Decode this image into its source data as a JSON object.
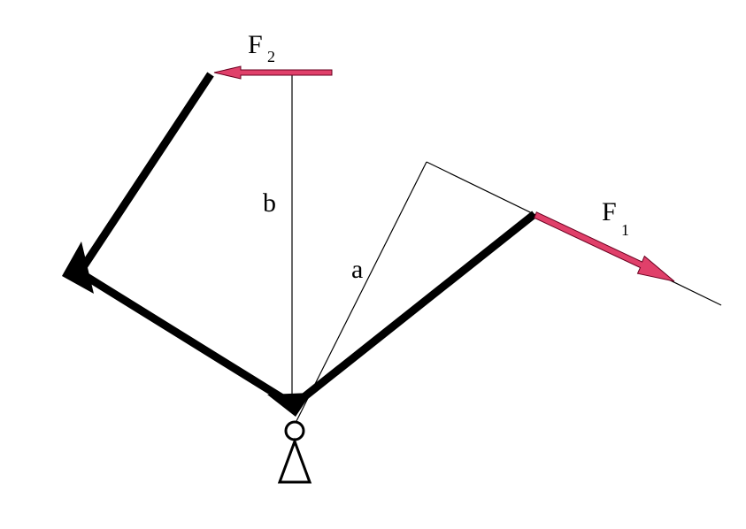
{
  "labels": {
    "f2_main": "F",
    "f2_sub": "2",
    "f1_main": "F",
    "f1_sub": "1",
    "arm_b": "b",
    "arm_a": "a"
  },
  "colors": {
    "force_arrow": "#e0406a",
    "force_outline": "#6a0020",
    "lever": "#000000",
    "guide_line": "#000000",
    "background": "#ffffff"
  },
  "icons": {
    "pivot": "pivot-circle-icon",
    "support": "triangle-support-icon"
  }
}
